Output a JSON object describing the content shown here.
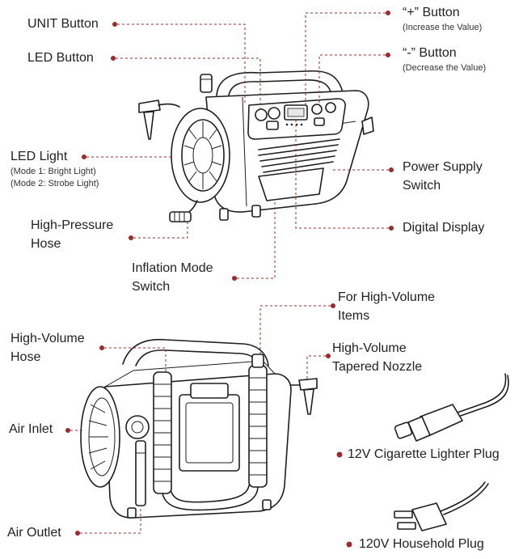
{
  "labels": {
    "unit_button": "UNIT Button",
    "led_button": "LED Button",
    "plus_button": "“+” Button",
    "plus_button_sub": "(Increase the Value)",
    "minus_button": "“-” Button",
    "minus_button_sub": "(Decrease the Value)",
    "led_light": "LED Light",
    "led_light_mode1": "(Mode 1: Bright Light)",
    "led_light_mode2": "(Mode 2: Strobe Light)",
    "power_supply_switch_1": "Power Supply",
    "power_supply_switch_2": "Switch",
    "high_pressure_hose_1": "High-Pressure",
    "high_pressure_hose_2": "Hose",
    "digital_display": "Digital Display",
    "inflation_mode_switch_1": "Inflation Mode",
    "inflation_mode_switch_2": "Switch",
    "high_volume_items_1": "For High-Volume",
    "high_volume_items_2": "Items",
    "high_volume_hose_1": "High-Volume",
    "high_volume_hose_2": "Hose",
    "tapered_nozzle_1": "High-Volume",
    "tapered_nozzle_2": "Tapered Nozzle",
    "air_inlet": "Air Inlet",
    "cigarette_plug": "12V Cigarette Lighter Plug",
    "air_outlet": "Air Outlet",
    "household_plug": "120V Household Plug"
  },
  "colors": {
    "leader": "#9c2b2b",
    "line_art": "#1e1e1e",
    "text": "#222222"
  }
}
